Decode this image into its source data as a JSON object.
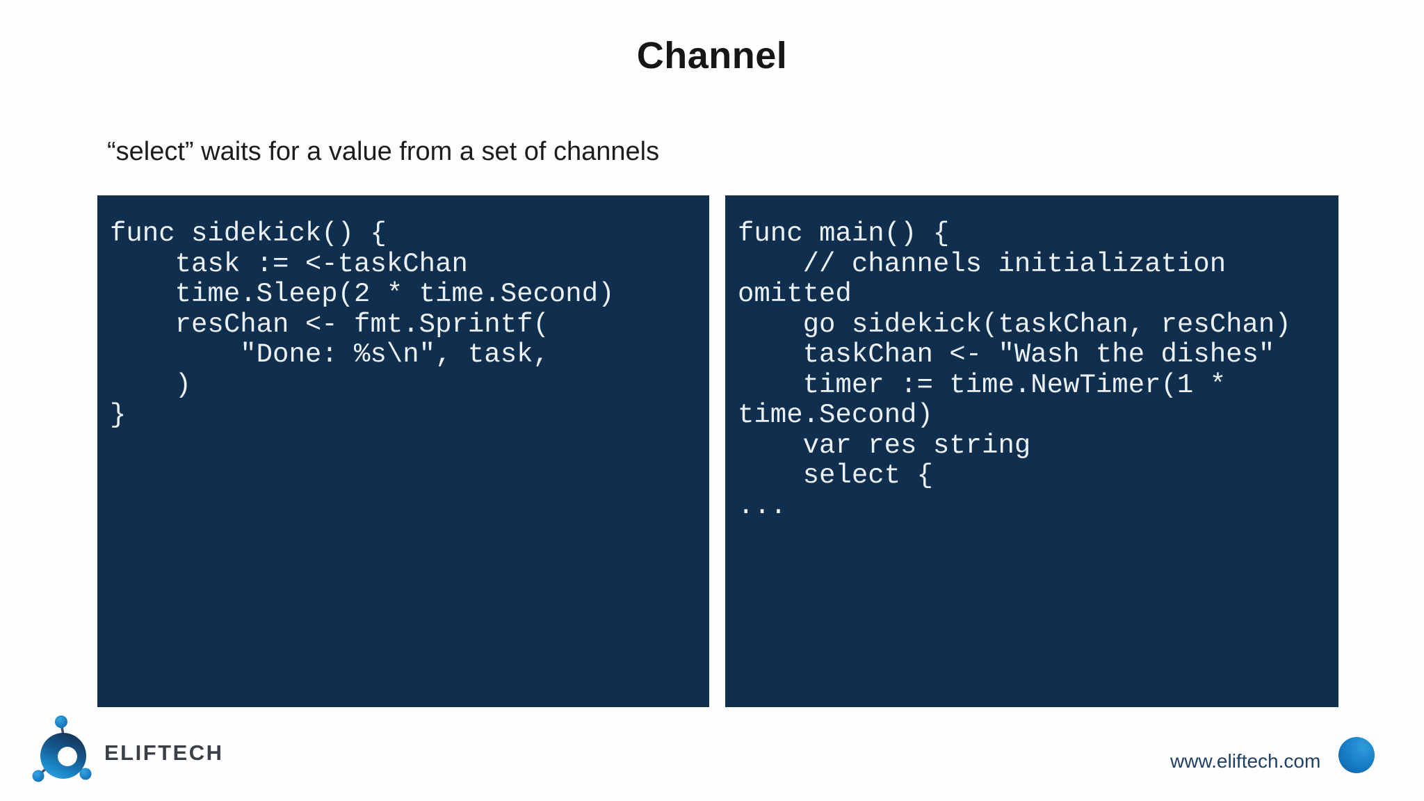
{
  "slide": {
    "title": "Channel",
    "subtitle": "“select” waits for a value from a set of channels"
  },
  "code_blocks": [
    {
      "id": "sidekick-function",
      "code": "func sidekick() {\n    task := <-taskChan\n    time.Sleep(2 * time.Second)\n    resChan <- fmt.Sprintf(\n        \"Done: %s\\n\", task,\n    )\n}"
    },
    {
      "id": "main-function",
      "code": "func main() {\n    // channels initialization\nomitted\n    go sidekick(taskChan, resChan)\n    taskChan <- \"Wash the dishes\"\n    timer := time.NewTimer(1 *\ntime.Second)\n    var res string\n    select {\n..."
    }
  ],
  "footer": {
    "logo_text": "ELIFTECH",
    "website": "www.eliftech.com"
  },
  "colors": {
    "code_background": "#102F4E",
    "code_text": "#ECF1F5",
    "logo_blue": "#1E8FD2",
    "footer_text": "#1E3F66",
    "dot_blue": "#1A82C8"
  }
}
